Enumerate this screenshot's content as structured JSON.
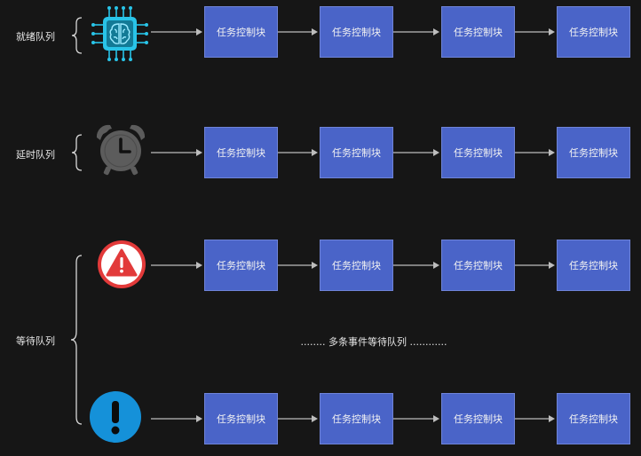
{
  "queues": {
    "ready": {
      "label": "就绪队列",
      "icon": "cpu-chip-icon"
    },
    "delay": {
      "label": "延时队列",
      "icon": "alarm-clock-icon"
    },
    "wait": {
      "label": "等待队列",
      "icons": [
        "warning-triangle-icon",
        "exclamation-circle-icon"
      ],
      "more_text": "........ 多条事件等待队列 ............"
    }
  },
  "tcb_label": "任务控制块",
  "colors": {
    "background": "#161616",
    "tcb_fill": "#4a64c8",
    "arrow": "#bdbdbd",
    "cpu_icon": "#29c4e8",
    "clock_icon": "#5c5c5c",
    "warning_icon": "#e23a3a",
    "info_icon": "#1591d9"
  }
}
